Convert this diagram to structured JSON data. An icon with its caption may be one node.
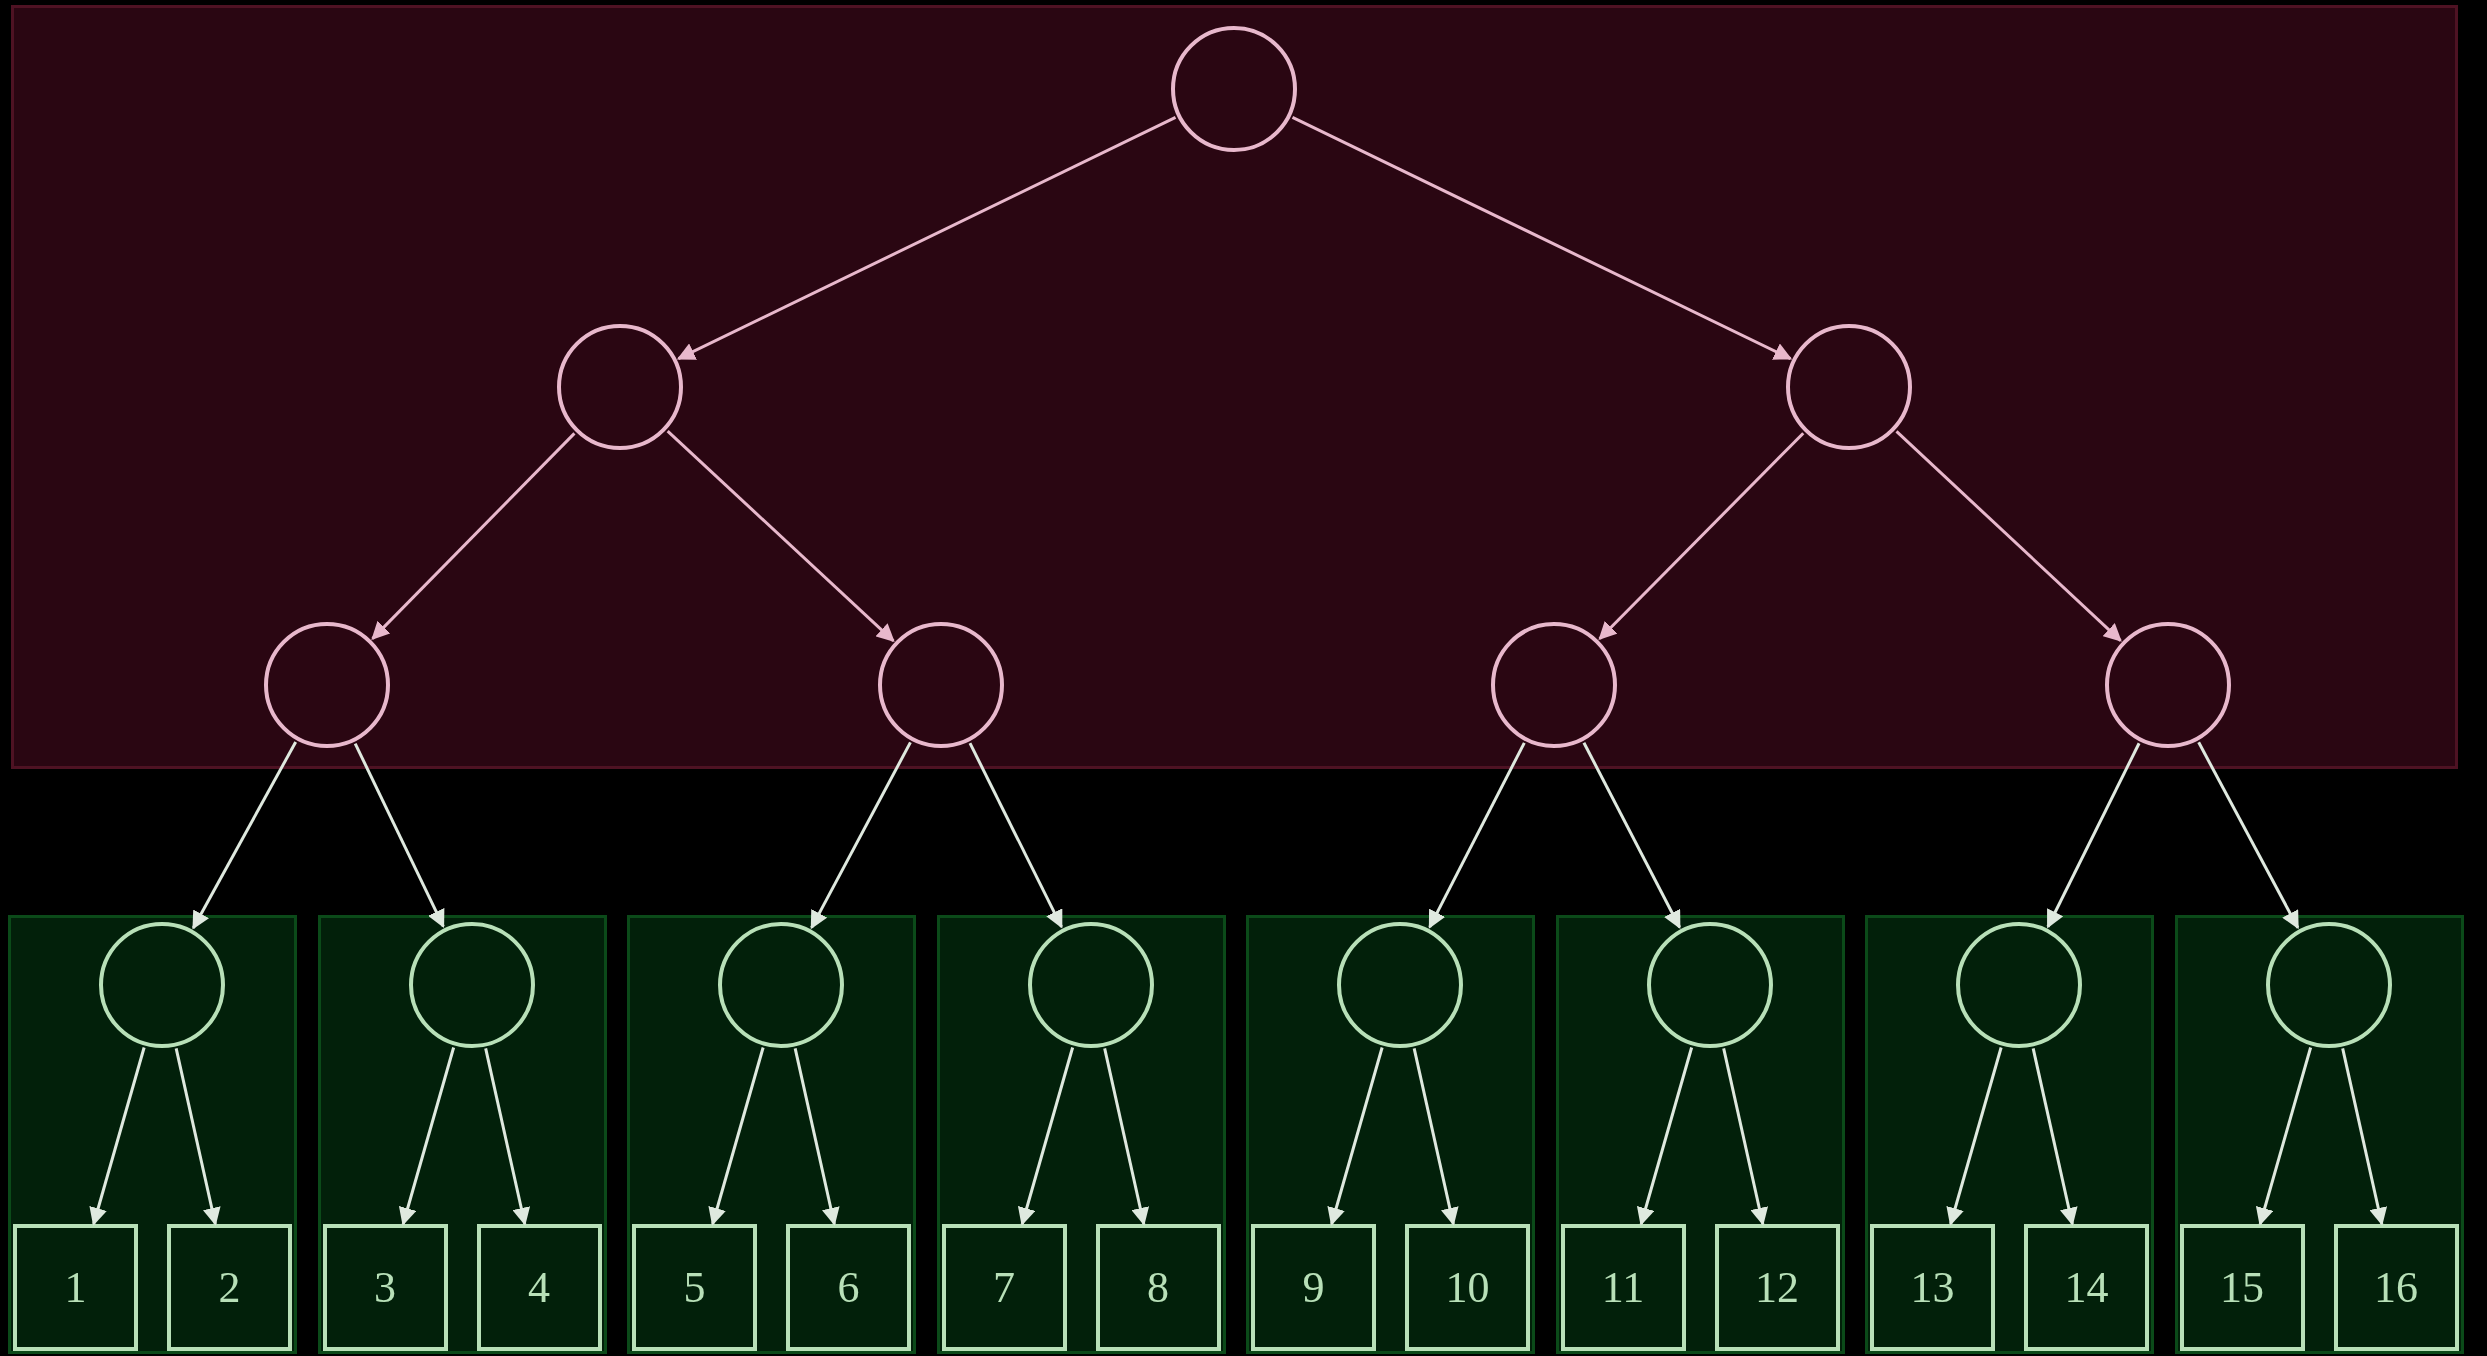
{
  "diagram": {
    "nodes": [
      {
        "text": [],
        "shape": "box"
      },
      {
        "text": [],
        "shape": "circle",
        "in": 0
      },
      {
        "text": [],
        "shape": "circle",
        "in": 0
      },
      {
        "text": [],
        "shape": "circle",
        "in": 0
      },
      {
        "text": [],
        "shape": "circle",
        "in": 0
      },
      {
        "text": [],
        "shape": "circle",
        "in": 0
      },
      {
        "text": [],
        "shape": "circle",
        "in": 0
      },
      {
        "text": [],
        "shape": "circle",
        "in": 0
      },
      {
        "text": [],
        "shape": "box"
      },
      {
        "text": [],
        "shape": "circle",
        "in": 8
      },
      {
        "text": [
          "1"
        ],
        "in": 8
      },
      {
        "text": [
          "2"
        ],
        "in": 8
      },
      {
        "text": [],
        "shape": "box"
      },
      {
        "text": [],
        "shape": "circle",
        "in": 12
      },
      {
        "text": [
          "3"
        ],
        "in": 12
      },
      {
        "text": [
          "4"
        ],
        "in": 12
      },
      {
        "text": [],
        "shape": "box"
      },
      {
        "text": [],
        "shape": "circle",
        "in": 16
      },
      {
        "text": [
          "5"
        ],
        "in": 16
      },
      {
        "text": [
          "6"
        ],
        "in": 16
      },
      {
        "text": [],
        "shape": "box"
      },
      {
        "text": [],
        "shape": "circle",
        "in": 20
      },
      {
        "text": [
          "7"
        ],
        "in": 20
      },
      {
        "text": [
          "8"
        ],
        "in": 20
      },
      {
        "text": [],
        "shape": "box"
      },
      {
        "text": [],
        "shape": "circle",
        "in": 24
      },
      {
        "text": [
          "9"
        ],
        "in": 24
      },
      {
        "text": [
          "10"
        ],
        "in": 24
      },
      {
        "text": [],
        "shape": "box"
      },
      {
        "text": [],
        "shape": "circle",
        "in": 28
      },
      {
        "text": [
          "11"
        ],
        "in": 28
      },
      {
        "text": [
          "12"
        ],
        "in": 28
      },
      {
        "text": [],
        "shape": "box"
      },
      {
        "text": [],
        "shape": "circle",
        "in": 32
      },
      {
        "text": [
          "13"
        ],
        "in": 32
      },
      {
        "text": [
          "14"
        ],
        "in": 32
      },
      {
        "text": [],
        "shape": "box"
      },
      {
        "text": [],
        "shape": "circle",
        "in": 36
      },
      {
        "text": [
          "15"
        ],
        "in": 36
      },
      {
        "text": [
          "16"
        ],
        "in": 36
      }
    ],
    "edges": [
      {
        "from": 1,
        "to": 2,
        "arrow": "to",
        "color": "#e8b8cc"
      },
      {
        "from": 1,
        "to": 3,
        "arrow": "to",
        "color": "#e8b8cc"
      },
      {
        "from": 2,
        "to": 4,
        "arrow": "to",
        "color": "#e8b8cc"
      },
      {
        "from": 2,
        "to": 5,
        "arrow": "to",
        "color": "#e8b8cc"
      },
      {
        "from": 3,
        "to": 6,
        "arrow": "to",
        "color": "#e8b8cc"
      },
      {
        "from": 3,
        "to": 7,
        "arrow": "to",
        "color": "#e8b8cc"
      },
      {
        "from": 4,
        "to": 9,
        "arrow": "to"
      },
      {
        "from": 4,
        "to": 13,
        "arrow": "to"
      },
      {
        "from": 5,
        "to": 17,
        "arrow": "to"
      },
      {
        "from": 5,
        "to": 21,
        "arrow": "to"
      },
      {
        "from": 6,
        "to": 25,
        "arrow": "to"
      },
      {
        "from": 6,
        "to": 29,
        "arrow": "to"
      },
      {
        "from": 7,
        "to": 33,
        "arrow": "to"
      },
      {
        "from": 7,
        "to": 37,
        "arrow": "to"
      },
      {
        "from": 9,
        "to": 10,
        "arrow": "to"
      },
      {
        "from": 9,
        "to": 11,
        "arrow": "to"
      },
      {
        "from": 13,
        "to": 14,
        "arrow": "to"
      },
      {
        "from": 13,
        "to": 15,
        "arrow": "to"
      },
      {
        "from": 17,
        "to": 18,
        "arrow": "to"
      },
      {
        "from": 17,
        "to": 19,
        "arrow": "to"
      },
      {
        "from": 21,
        "to": 22,
        "arrow": "to"
      },
      {
        "from": 21,
        "to": 23,
        "arrow": "to"
      },
      {
        "from": 25,
        "to": 26,
        "arrow": "to"
      },
      {
        "from": 25,
        "to": 27,
        "arrow": "to"
      },
      {
        "from": 29,
        "to": 30,
        "arrow": "to"
      },
      {
        "from": 29,
        "to": 31,
        "arrow": "to"
      },
      {
        "from": 33,
        "to": 34,
        "arrow": "to"
      },
      {
        "from": 33,
        "to": 35,
        "arrow": "to"
      },
      {
        "from": 37,
        "to": 38,
        "arrow": "to"
      },
      {
        "from": 37,
        "to": 39,
        "arrow": "to"
      }
    ]
  }
}
